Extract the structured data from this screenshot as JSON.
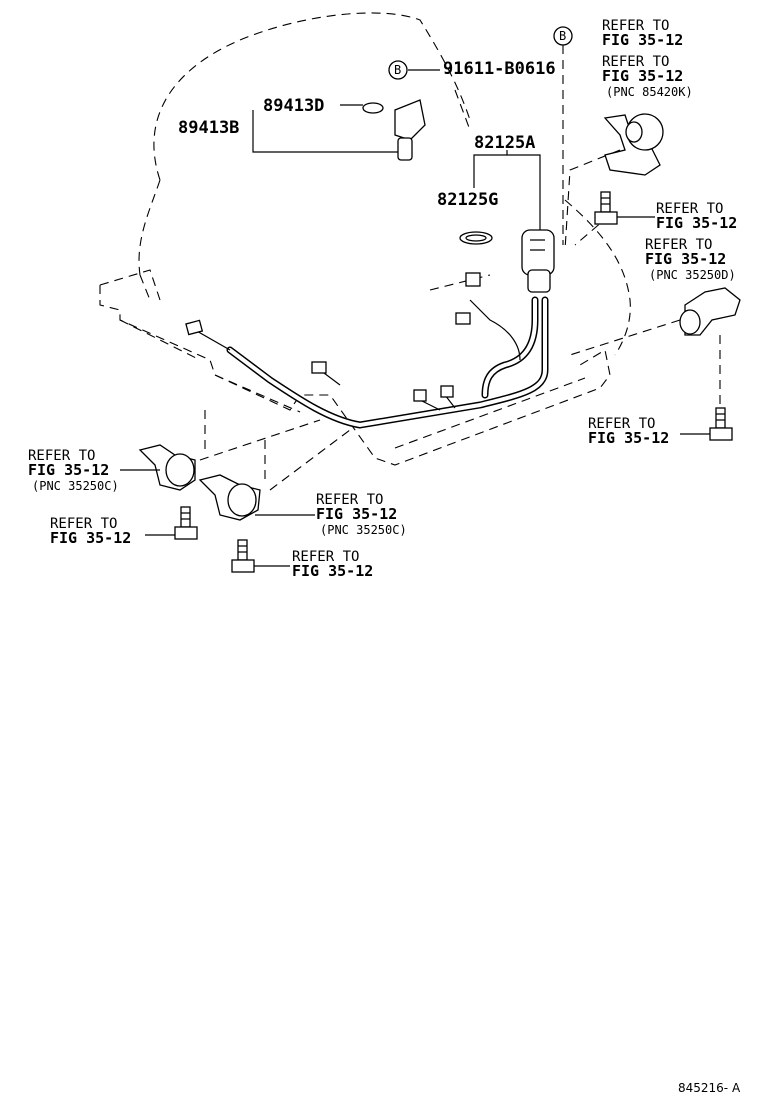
{
  "diagram": {
    "part_numbers": {
      "p_89413D": "89413D",
      "p_89413B": "89413B",
      "p_91611": "91611-B0616",
      "p_82125A": "82125A",
      "p_82125G": "82125G"
    },
    "callouts": {
      "b1": "B",
      "b2": "B"
    },
    "refs": {
      "r1a": "REFER TO",
      "r1b": "FIG 35-12",
      "r2a": "REFER TO",
      "r2b": "FIG 35-12",
      "r2c": "(PNC 85420K)",
      "r3a": "REFER TO",
      "r3b": "FIG 35-12",
      "r4a": "REFER TO",
      "r4b": "FIG 35-12",
      "r4c": "(PNC 35250D)",
      "r5a": "REFER TO",
      "r5b": "FIG 35-12",
      "r6a": "REFER TO",
      "r6b": "FIG 35-12",
      "r6c": "(PNC 35250C)",
      "r7a": "REFER TO",
      "r7b": "FIG 35-12",
      "r8a": "REFER TO",
      "r8b": "FIG 35-12",
      "r8c": "(PNC 35250C)",
      "r9a": "REFER TO",
      "r9b": "FIG 35-12"
    },
    "figure_id": "845216- A"
  }
}
